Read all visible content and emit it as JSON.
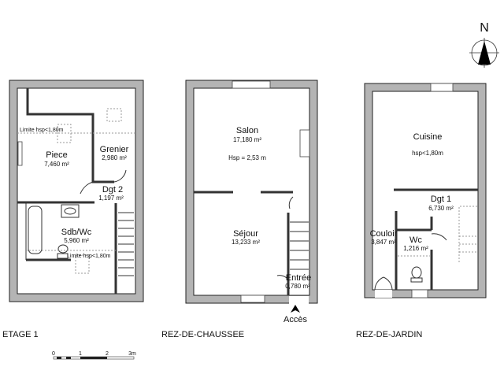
{
  "compass": {
    "label": "N"
  },
  "levels": {
    "etage1": {
      "title": "ETAGE 1",
      "rooms": [
        {
          "name": "Piece",
          "area": "7,460 m²"
        },
        {
          "name": "Grenier",
          "area": "2,980 m²"
        },
        {
          "name": "Dgt 2",
          "area": "1,197 m²"
        },
        {
          "name": "Sdb/Wc",
          "area": "5,960 m²"
        }
      ],
      "notes": [
        "Limite hsp<1,80m",
        "Limite hsp<1,80m"
      ]
    },
    "rdc": {
      "title": "REZ-DE-CHAUSSEE",
      "rooms": [
        {
          "name": "Salon",
          "area": "17,180 m²"
        },
        {
          "name": "Séjour",
          "area": "13,233 m²"
        },
        {
          "name": "Entrée",
          "area": "0,780 m²"
        }
      ],
      "notes": [
        "Hsp = 2,53 m"
      ],
      "access": "Accès"
    },
    "rdj": {
      "title": "REZ-DE-JARDIN",
      "rooms": [
        {
          "name": "Cuisine",
          "area": ""
        },
        {
          "name": "Dgt 1",
          "area": "6,730 m²"
        },
        {
          "name": "Couloir",
          "area": "3,847 m²"
        },
        {
          "name": "Wc",
          "area": "1,216 m²"
        }
      ],
      "notes": [
        "hsp<1,80m"
      ]
    }
  },
  "scale": {
    "ticks": [
      "0",
      "1",
      "2",
      "3m"
    ]
  }
}
